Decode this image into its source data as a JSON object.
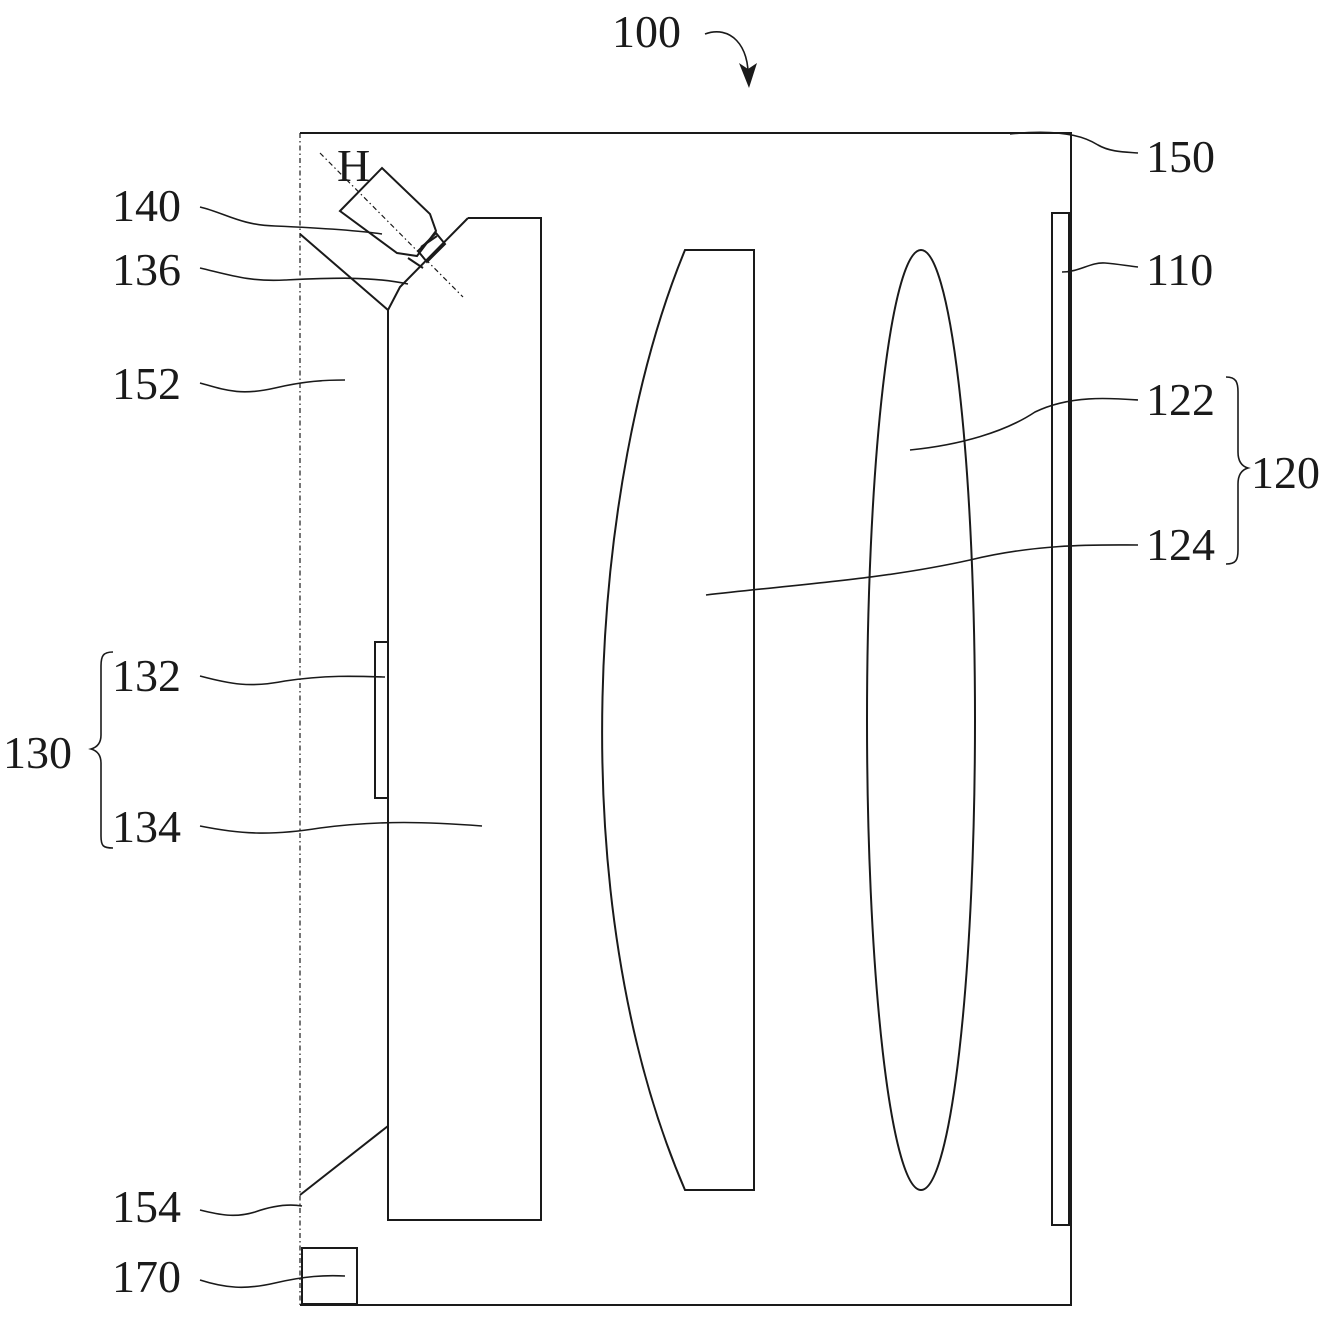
{
  "labels": {
    "device": "100",
    "housing": "150",
    "display_panel": "110",
    "lens_assembly": "120",
    "first_lens": "122",
    "second_lens": "124",
    "imaging_module": "130",
    "light_source": "132",
    "light_guide": "134",
    "mount": "136",
    "camera": "140",
    "first_cavity": "152",
    "second_cavity": "154",
    "controller": "170",
    "axis": "H"
  }
}
